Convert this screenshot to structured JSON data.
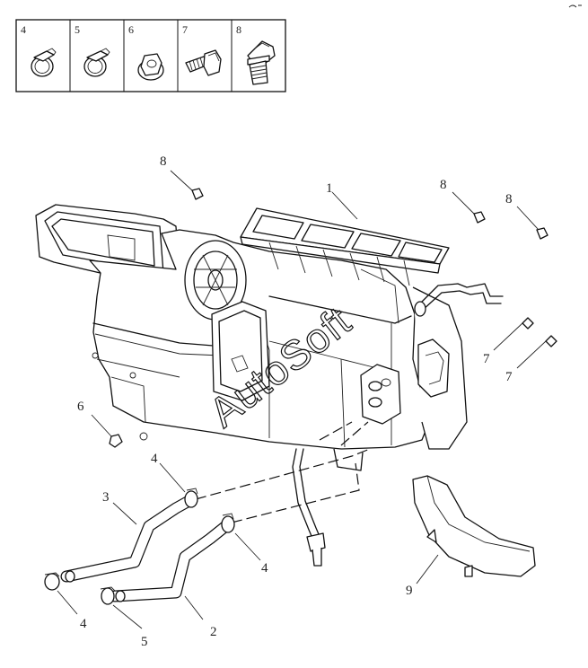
{
  "legend": {
    "cells": [
      {
        "num": "4",
        "icon": "hose-clamp-icon"
      },
      {
        "num": "5",
        "icon": "hose-clamp-icon"
      },
      {
        "num": "6",
        "icon": "flange-nut-icon"
      },
      {
        "num": "7",
        "icon": "bolt-icon"
      },
      {
        "num": "8",
        "icon": "flange-bolt-icon"
      }
    ]
  },
  "callouts": {
    "heater_unit": "1",
    "outlet_hose": "2",
    "inlet_hose": "3",
    "clamp_upper": "4",
    "clamp_right": "4",
    "clamp_lower": "4",
    "clamp_small": "5",
    "nut": "6",
    "screw_a": "7",
    "screw_b": "7",
    "bolt_left": "8",
    "bolt_mid": "8",
    "bolt_right": "8",
    "duct": "9"
  },
  "watermark": "AutoSoft"
}
